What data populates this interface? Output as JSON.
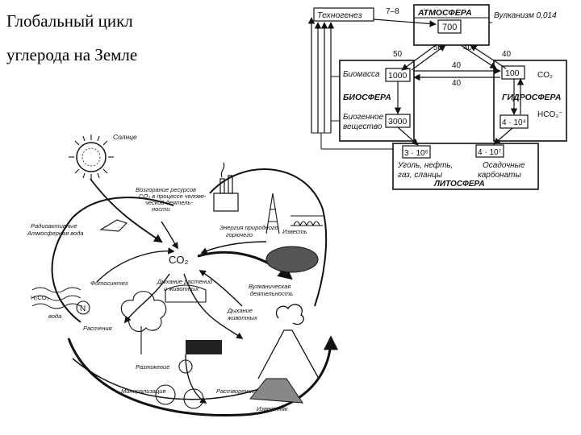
{
  "title": {
    "line1": "Глобальный цикл",
    "line2": "углерода на Земле"
  },
  "top_diagram": {
    "technogenesis": "Техногенез",
    "technogenesis_flux": "7–8",
    "atmosphere": {
      "label": "АТМОСФЕРА",
      "value": "700"
    },
    "volcanism": "Вулканизм 0,014",
    "flux_left_50": "50",
    "flux_mid_50": "50",
    "flux_mid_40": "40",
    "flux_right_40": "40",
    "biomass": {
      "label": "Биомасса",
      "value": "1000"
    },
    "biosphere": "БИОСФЕРА",
    "flux_bio_hydro_top": "40",
    "flux_bio_hydro_bottom": "40",
    "co2_box": {
      "value": "100",
      "label": "CO₂"
    },
    "hydrosphere": "ГИДРОСФЕРА",
    "biogenic": {
      "label_line1": "Биогенное",
      "label_line2": "вещество",
      "value": "3000"
    },
    "hco3_box": {
      "value": "4 · 10⁴",
      "label": "HCO₃⁻"
    },
    "lithosphere": {
      "left_value": "3 · 10⁶",
      "right_value": "4 · 10⁷",
      "left_text_1": "Уголь, нефть,",
      "left_text_2": "газ, сланцы",
      "right_text_1": "Осадочные",
      "right_text_2": "карбонаты",
      "label": "ЛИТОСФЕРА"
    }
  },
  "bottom_diagram": {
    "sun": "Солнце",
    "combustion": "Возгорание ресурсов",
    "combustion_2": "CO₂ в процессе челове-",
    "combustion_3": "ческой деятель-",
    "combustion_4": "ности",
    "rain": "Радиоактивные",
    "rain_2": "Атмосферная вода",
    "co2_center": "CO₂",
    "energy": "Энергия природного",
    "energy_2": "горючего",
    "limestone": "Известь",
    "photosynthesis": "Фотосинтез",
    "respiration": "Дыхание растений",
    "respiration_2": "и животных",
    "volcanic": "Вулканическая",
    "volcanic_2": "деятельность",
    "h2co3": "H₂CO₃",
    "waters": "вода",
    "nitrogen": "N",
    "animal_breath": "Дыхание",
    "animal_breath_2": "животных",
    "plants": "Растения",
    "decomposition": "Разложение",
    "mineralization": "Минерализация",
    "dissolution": "Растворение",
    "limestone_bottom": "Известняк"
  }
}
